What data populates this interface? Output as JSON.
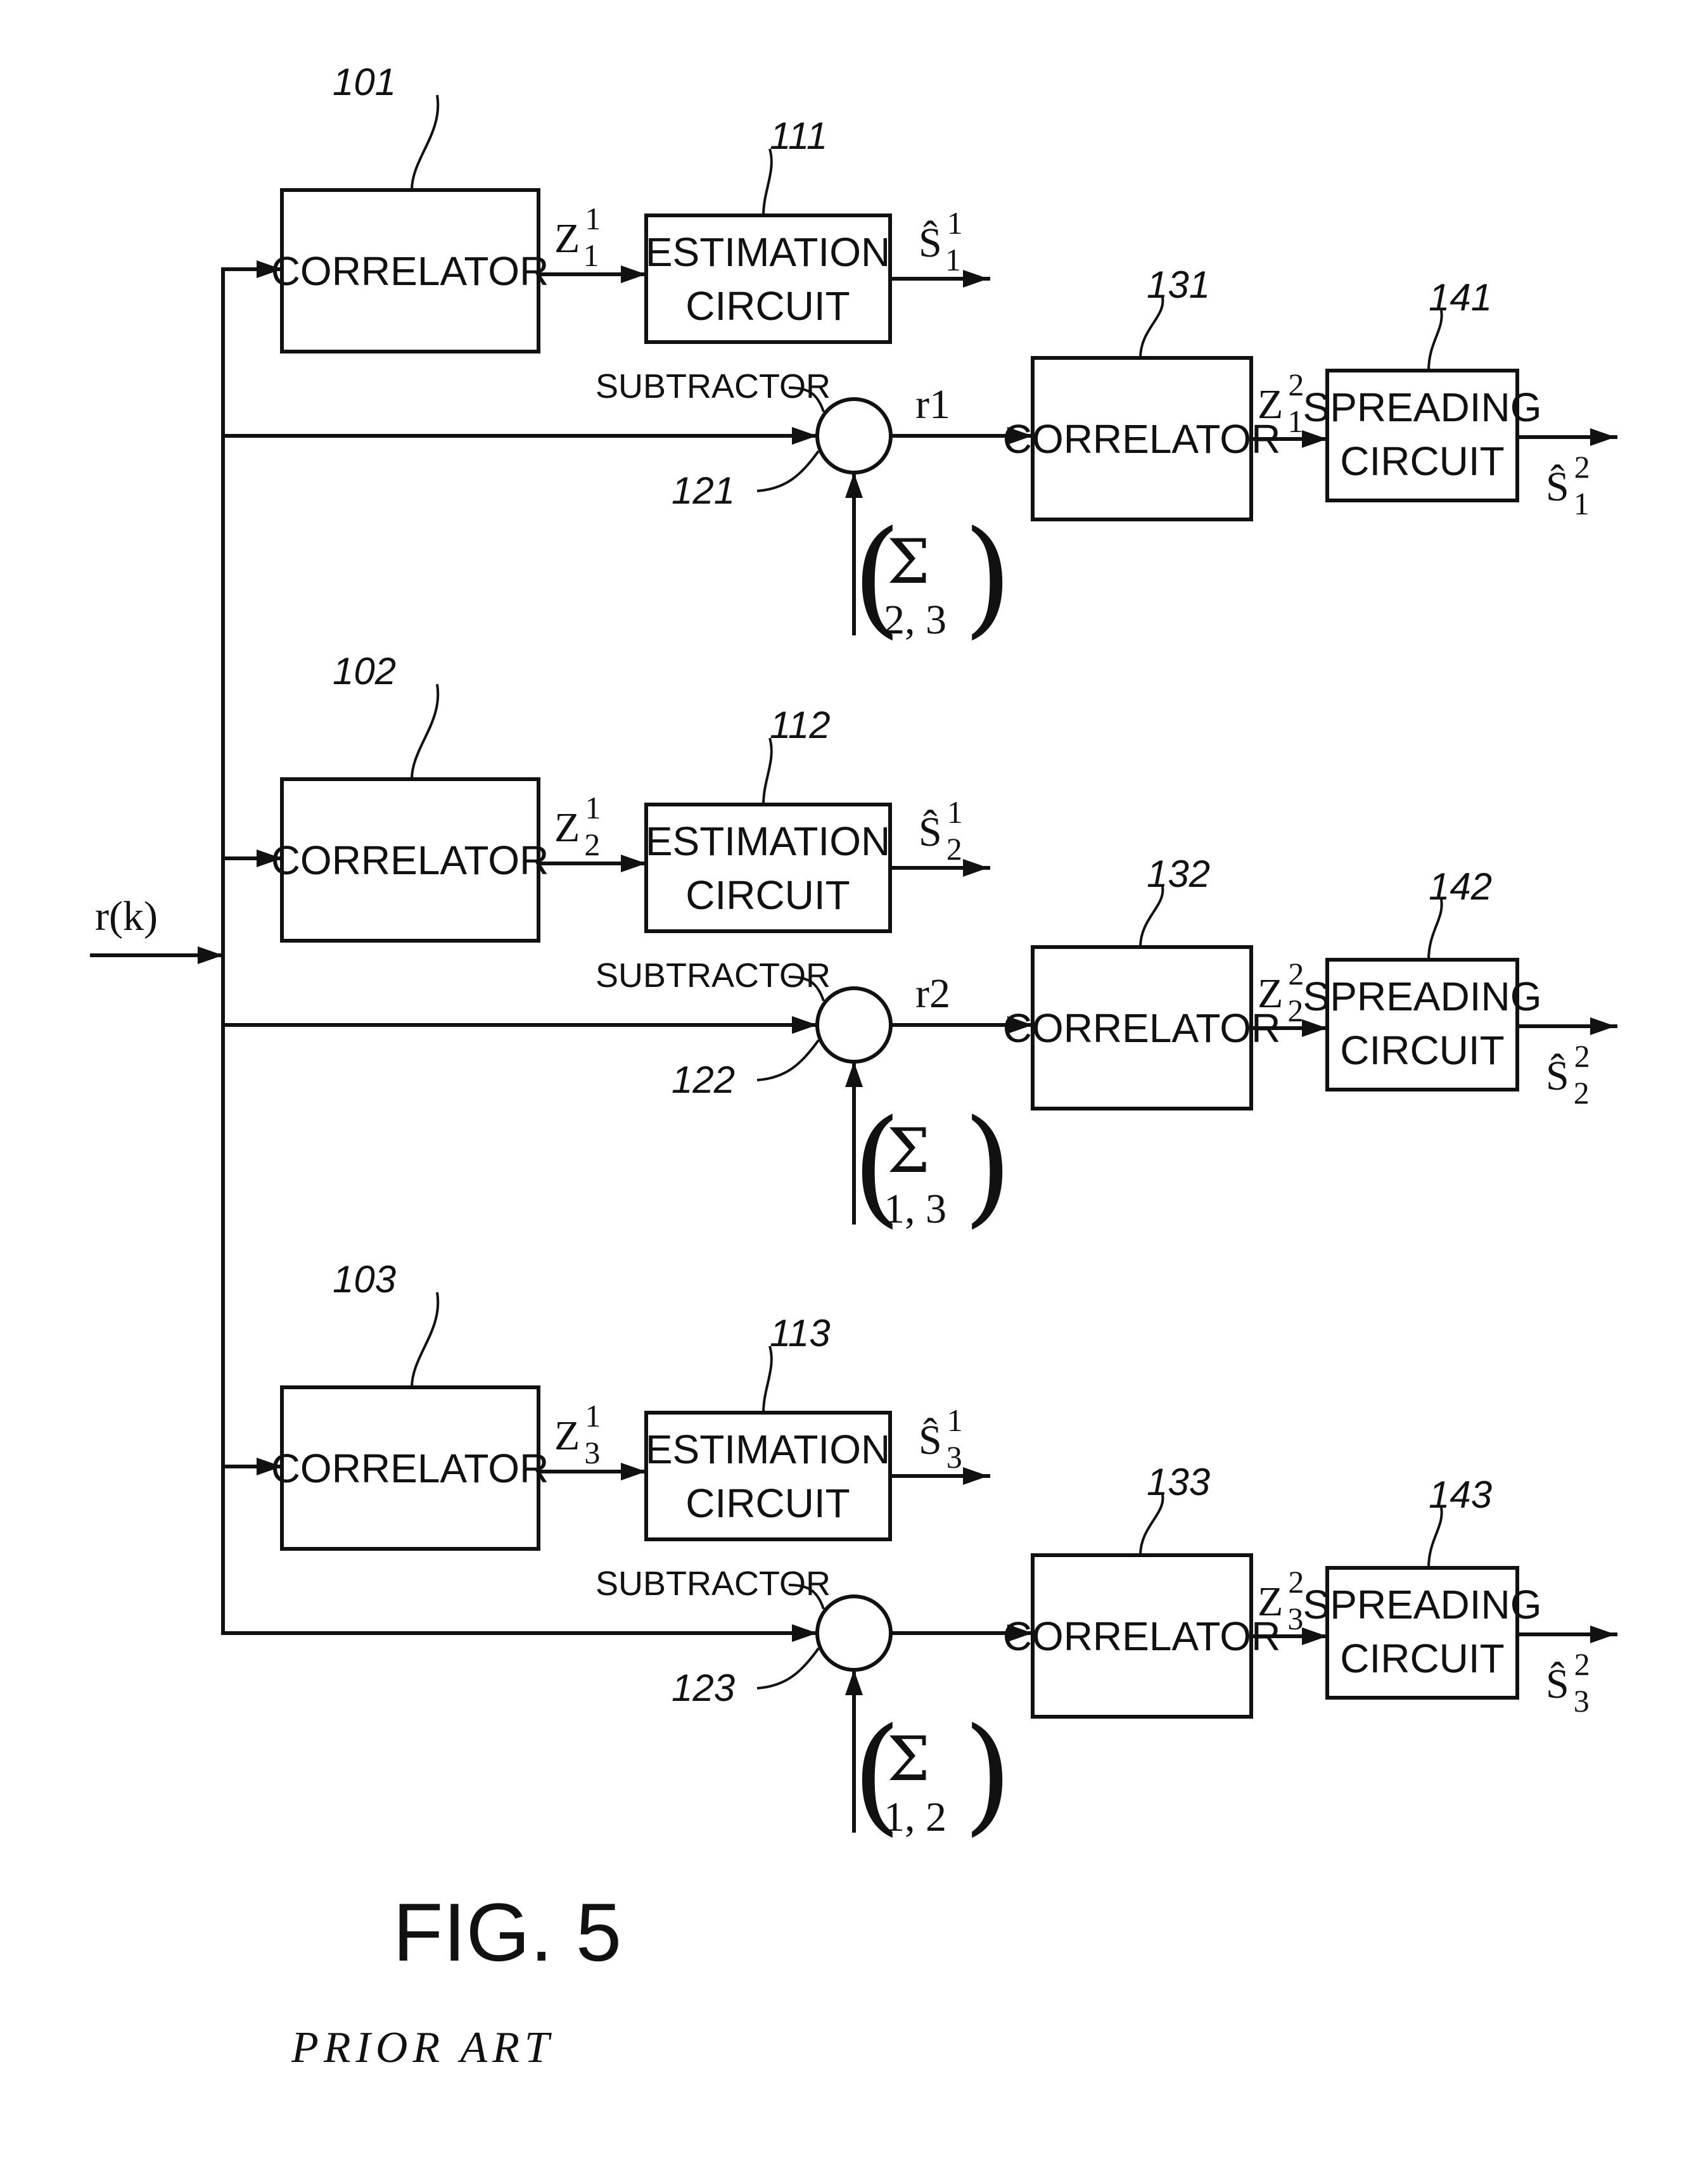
{
  "input_label": "r(k)",
  "branches": [
    {
      "correlator1": {
        "ref": "101",
        "label": "CORRELATOR"
      },
      "z1": {
        "base": "Z",
        "sup": "1",
        "sub": "1"
      },
      "estimation": {
        "ref": "111",
        "line1": "ESTIMATION",
        "line2": "CIRCUIT"
      },
      "s1": {
        "base": "Ŝ",
        "sup": "1",
        "sub": "1"
      },
      "subtractor": {
        "ref": "121",
        "label": "SUBTRACTOR"
      },
      "residual": "r1",
      "sum": {
        "symbol": "Σ",
        "indices": "2, 3"
      },
      "correlator2": {
        "ref": "131",
        "label": "CORRELATOR"
      },
      "z2": {
        "base": "Z",
        "sup": "2",
        "sub": "1"
      },
      "spreading": {
        "ref": "141",
        "line1": "SPREADING",
        "line2": "CIRCUIT"
      },
      "s2": {
        "base": "Ŝ",
        "sup": "2",
        "sub": "1"
      }
    },
    {
      "correlator1": {
        "ref": "102",
        "label": "CORRELATOR"
      },
      "z1": {
        "base": "Z",
        "sup": "1",
        "sub": "2"
      },
      "estimation": {
        "ref": "112",
        "line1": "ESTIMATION",
        "line2": "CIRCUIT"
      },
      "s1": {
        "base": "Ŝ",
        "sup": "1",
        "sub": "2"
      },
      "subtractor": {
        "ref": "122",
        "label": "SUBTRACTOR"
      },
      "residual": "r2",
      "sum": {
        "symbol": "Σ",
        "indices": "1, 3"
      },
      "correlator2": {
        "ref": "132",
        "label": "CORRELATOR"
      },
      "z2": {
        "base": "Z",
        "sup": "2",
        "sub": "2"
      },
      "spreading": {
        "ref": "142",
        "line1": "SPREADING",
        "line2": "CIRCUIT"
      },
      "s2": {
        "base": "Ŝ",
        "sup": "2",
        "sub": "2"
      }
    },
    {
      "correlator1": {
        "ref": "103",
        "label": "CORRELATOR"
      },
      "z1": {
        "base": "Z",
        "sup": "1",
        "sub": "3"
      },
      "estimation": {
        "ref": "113",
        "line1": "ESTIMATION",
        "line2": "CIRCUIT"
      },
      "s1": {
        "base": "Ŝ",
        "sup": "1",
        "sub": "3"
      },
      "subtractor": {
        "ref": "123",
        "label": "SUBTRACTOR"
      },
      "residual": "",
      "sum": {
        "symbol": "Σ",
        "indices": "1, 2"
      },
      "correlator2": {
        "ref": "133",
        "label": "CORRELATOR"
      },
      "z2": {
        "base": "Z",
        "sup": "2",
        "sub": "3"
      },
      "spreading": {
        "ref": "143",
        "line1": "SPREADING",
        "line2": "CIRCUIT"
      },
      "s2": {
        "base": "Ŝ",
        "sup": "2",
        "sub": "3"
      }
    }
  ],
  "figure": {
    "title": "FIG. 5",
    "caption": "PRIOR ART"
  }
}
